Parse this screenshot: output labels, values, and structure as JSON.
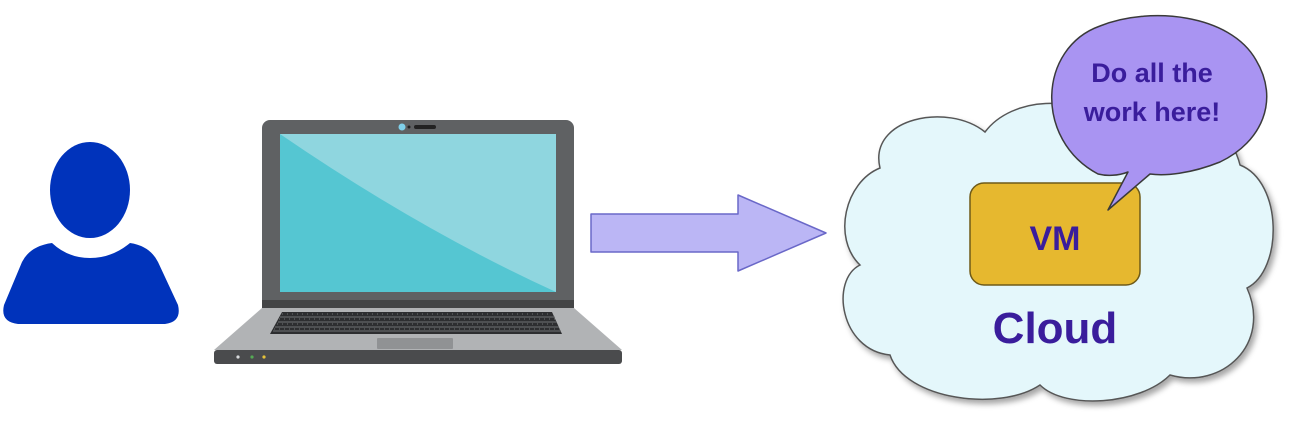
{
  "diagram": {
    "nodes": {
      "user": {
        "icon": "person-icon"
      },
      "laptop": {
        "icon": "laptop-icon"
      },
      "cloud": {
        "label": "Cloud"
      },
      "vm": {
        "label": "VM"
      },
      "speech_bubble": {
        "line1": "Do all the",
        "line2": "work here!"
      }
    },
    "edges": [
      {
        "from": "laptop",
        "to": "cloud",
        "kind": "arrow"
      }
    ]
  },
  "colors": {
    "person": "#0033bb",
    "laptop_body": "#5f6163",
    "laptop_screen": "#55c6d2",
    "arrow_fill": "#bbb6f5",
    "arrow_stroke": "#6a68c8",
    "cloud_fill": "#e4f7fb",
    "vm_fill": "#e6b82f",
    "bubble_fill": "#a994f2",
    "text": "#3a1d9c"
  }
}
